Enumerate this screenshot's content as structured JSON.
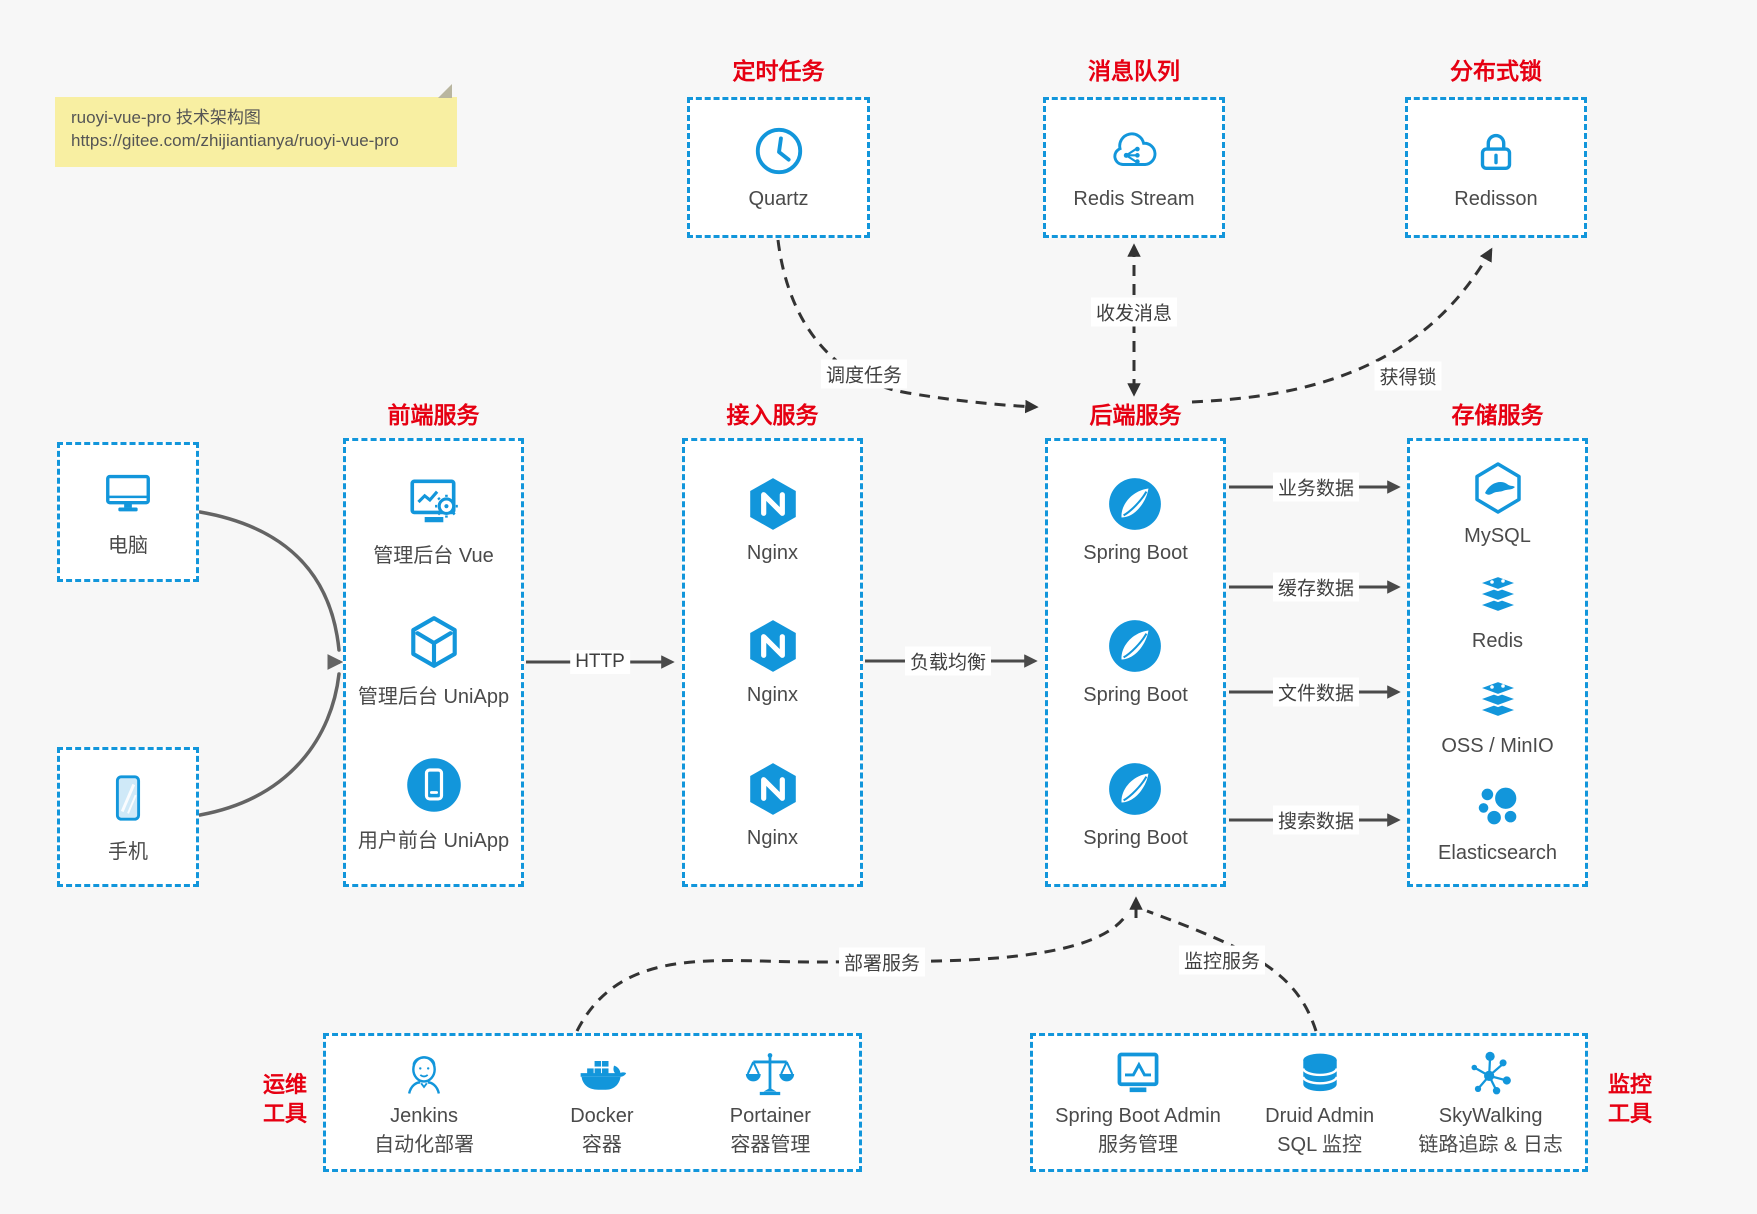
{
  "note": {
    "title": "ruoyi-vue-pro 技术架构图",
    "url": "https://gitee.com/zhijiantianya/ruoyi-vue-pro"
  },
  "top_services": [
    {
      "title": "定时任务",
      "label": "Quartz"
    },
    {
      "title": "消息队列",
      "label": "Redis Stream"
    },
    {
      "title": "分布式锁",
      "label": "Redisson"
    }
  ],
  "clients": [
    {
      "label": "电脑"
    },
    {
      "label": "手机"
    }
  ],
  "columns": [
    {
      "title": "前端服务",
      "items": [
        {
          "label": "管理后台 Vue"
        },
        {
          "label": "管理后台 UniApp"
        },
        {
          "label": "用户前台 UniApp"
        }
      ]
    },
    {
      "title": "接入服务",
      "items": [
        {
          "label": "Nginx"
        },
        {
          "label": "Nginx"
        },
        {
          "label": "Nginx"
        }
      ]
    },
    {
      "title": "后端服务",
      "items": [
        {
          "label": "Spring Boot"
        },
        {
          "label": "Spring Boot"
        },
        {
          "label": "Spring Boot"
        }
      ]
    },
    {
      "title": "存储服务",
      "items": [
        {
          "label": "MySQL"
        },
        {
          "label": "Redis"
        },
        {
          "label": "OSS / MinIO"
        },
        {
          "label": "Elasticsearch"
        }
      ]
    }
  ],
  "tool_groups": [
    {
      "side_label_line1": "运维",
      "side_label_line2": "工具",
      "items": [
        {
          "name": "Jenkins",
          "desc": "自动化部署"
        },
        {
          "name": "Docker",
          "desc": "容器"
        },
        {
          "name": "Portainer",
          "desc": "容器管理"
        }
      ]
    },
    {
      "side_label_line1": "监控",
      "side_label_line2": "工具",
      "items": [
        {
          "name": "Spring Boot Admin",
          "desc": "服务管理"
        },
        {
          "name": "Druid Admin",
          "desc": "SQL 监控"
        },
        {
          "name": "SkyWalking",
          "desc": "链路追踪 & 日志"
        }
      ]
    }
  ],
  "edge_labels": {
    "http": "HTTP",
    "load_balance": "负载均衡",
    "business_data": "业务数据",
    "cache_data": "缓存数据",
    "file_data": "文件数据",
    "search_data": "搜索数据",
    "schedule_task": "调度任务",
    "send_receive_message": "收发消息",
    "acquire_lock": "获得锁",
    "deploy_service": "部署服务",
    "monitor_service": "监控服务"
  },
  "colors": {
    "accent_blue": "#1296db",
    "title_red": "#e60012",
    "note_bg": "#f8efa2",
    "canvas_bg": "#f7f7f7",
    "text_dark": "#4a4a4a"
  }
}
